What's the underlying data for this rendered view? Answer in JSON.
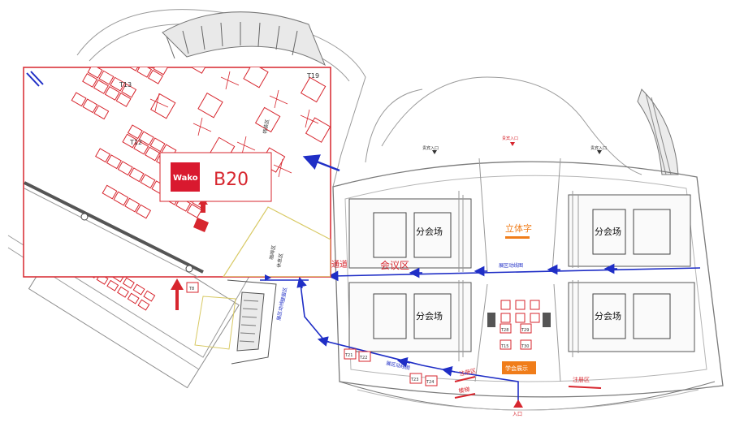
{
  "colors": {
    "booth_red": "#d7262e",
    "route_blue": "#1f2ec6",
    "label_orange": "#f07d1a",
    "wako_red": "#d9192f",
    "line_gray": "#8c8c8c",
    "zone_yellow": "#d8c964"
  },
  "main_hall": {
    "subvenues": [
      "分会场",
      "分会场",
      "分会场",
      "分会场"
    ],
    "venue_label": "会议区",
    "vip_label": "立体字",
    "route_label_1": "展区动线图",
    "route_label_2": "展区动线图",
    "route_label_3": "展区动线图",
    "exhibit_label": "学会展示",
    "checkin_label": "注册区",
    "checkin_label_2": "注册区",
    "entrance_label": "入口",
    "vertical_route": "展区动线",
    "stairs_label": "楼梯",
    "poster_label": "壁报区",
    "small_booths": [
      "T28",
      "T29",
      "T15",
      "T30"
    ],
    "lower_booths": [
      "T21",
      "T22",
      "T23",
      "T24"
    ],
    "left_booth": "T8"
  },
  "inset": {
    "wako_logo_text": "Wako",
    "booth_highlight": "B20",
    "booth_labels_top": [
      "T13",
      "T19",
      "T12"
    ],
    "zone_label": "休息区",
    "zone_label_side": "咖啡区"
  },
  "icons": [
    "north-arrow-icon",
    "wako-logo-icon"
  ]
}
